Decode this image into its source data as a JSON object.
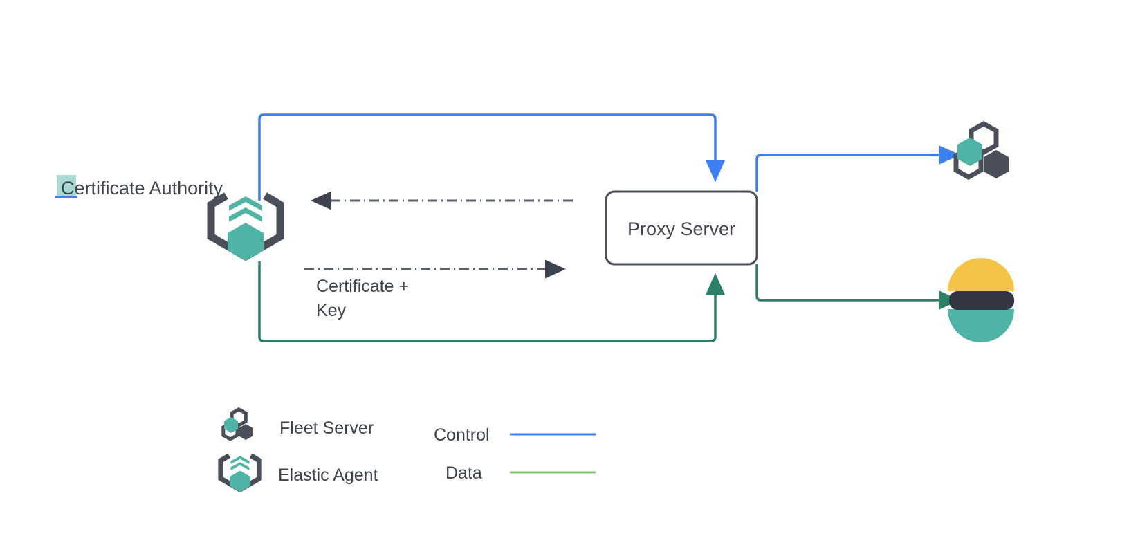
{
  "diagram": {
    "title_text": "Certificate Authority",
    "nodes": [
      {
        "id": "certificate-authority",
        "label": "Certificate Authority",
        "icon": "elastic-agent-icon",
        "selected": true
      },
      {
        "id": "proxy-server",
        "label": "Proxy Server",
        "icon": "box"
      },
      {
        "id": "fleet-server",
        "label": "",
        "icon": "fleet-server-icon"
      },
      {
        "id": "elasticsearch",
        "label": "",
        "icon": "elasticsearch-icon"
      }
    ],
    "edges": [
      {
        "id": "agent-to-proxy-control",
        "label": "",
        "kind": "control",
        "color": "#3d7ff0"
      },
      {
        "id": "proxy-to-fleet-control",
        "label": "",
        "kind": "control",
        "color": "#3d7ff0"
      },
      {
        "id": "agent-to-proxy-data",
        "label": "",
        "kind": "data",
        "color": "#2d8068"
      },
      {
        "id": "proxy-to-es-data",
        "label": "",
        "kind": "data",
        "color": "#2d8068"
      },
      {
        "id": "proxy-to-ca-response",
        "label": "",
        "kind": "dashdot",
        "color": "#4a4f59"
      },
      {
        "id": "ca-to-proxy-cert",
        "label": "Certificate +",
        "label2": "Key",
        "kind": "dashdot",
        "color": "#4a4f59"
      }
    ],
    "edge_labels": {
      "certificate_key_line1": "Certificate +",
      "certificate_key_line2": "Key"
    }
  },
  "legend": {
    "items": [
      {
        "id": "fleet-server",
        "label": "Fleet Server",
        "icon": "fleet-server-icon"
      },
      {
        "id": "elastic-agent",
        "label": "Elastic Agent",
        "icon": "elastic-agent-icon"
      }
    ],
    "lines": [
      {
        "id": "control",
        "label": "Control",
        "color": "#3d7ff0"
      },
      {
        "id": "data",
        "label": "Data",
        "color": "#7cc36a"
      }
    ]
  },
  "colors": {
    "teal": "#4fb3a5",
    "dark_slate": "#4a4f59",
    "control_blue": "#3d7ff0",
    "data_green": "#2d8068",
    "legend_data_green": "#7cc36a",
    "es_yellow": "#f5c446",
    "es_dark": "#343741",
    "es_teal": "#4fb3a5",
    "selection_highlight": "#a8d8d0",
    "text": "#3d444d",
    "background": "#ffffff"
  }
}
